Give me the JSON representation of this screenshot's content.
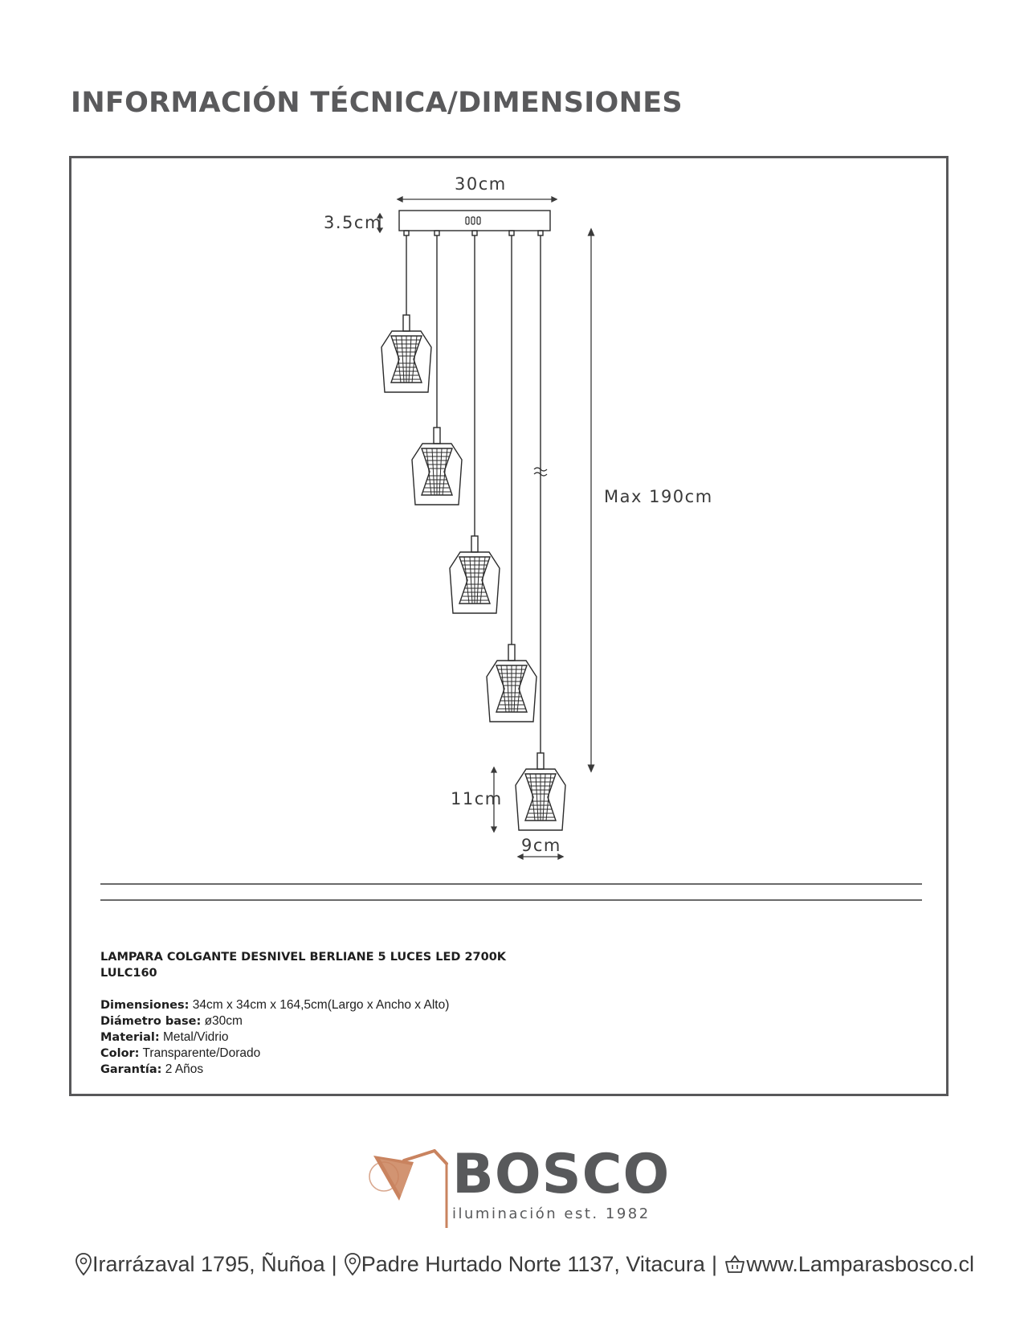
{
  "page": {
    "title": "INFORMACIÓN TÉCNICA/DIMENSIONES"
  },
  "drawing": {
    "label_width": "30cm",
    "label_base_height": "3.5cm",
    "label_max_height": "Max 190cm",
    "label_shade_height": "11cm",
    "label_shade_width": "9cm",
    "icons": [
      "pendant-lamp-drawing",
      "ceiling-plate",
      "dimension-arrow",
      "break-mark"
    ]
  },
  "product": {
    "name": "LAMPARA COLGANTE DESNIVEL BERLIANE 5 LUCES LED 2700K",
    "code": "LULC160",
    "specs": [
      {
        "label": "Dimensiones:",
        "value": "34cm x 34cm x 164,5cm(Largo x Ancho x Alto)"
      },
      {
        "label": "Diámetro base:",
        "value": "ø30cm"
      },
      {
        "label": "Material:",
        "value": "Metal/Vidrio"
      },
      {
        "label": "Color:",
        "value": "Transparente/Dorado"
      },
      {
        "label": "Garantía:",
        "value": "2 Años"
      }
    ]
  },
  "brand": {
    "name": "BOSCO",
    "tagline": "iluminación est. 1982",
    "accent_color": "#c9835f",
    "text_color": "#58595b"
  },
  "footer": {
    "address_1": "Irarrázaval 1795, Ñuñoa",
    "separator": "|",
    "address_2": "Padre Hurtado Norte 1137, Vitacura",
    "website": "www.Lamparasbosco.cl",
    "icons": [
      "location-pin-icon",
      "location-pin-icon",
      "shopping-basket-icon"
    ]
  }
}
